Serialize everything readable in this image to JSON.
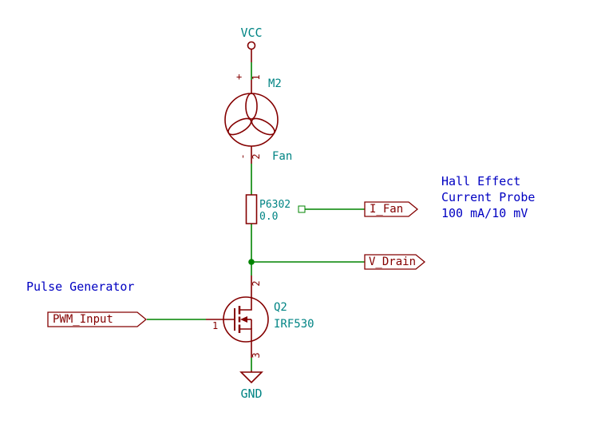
{
  "colors": {
    "wire": "#008400",
    "symbol_outline": "#840000",
    "reference_value_text": "#008484",
    "annotation_text": "#0000C2",
    "hierarchical_label": "#840000",
    "background": "#FFFFFF"
  },
  "power": {
    "vcc": "VCC",
    "gnd": "GND"
  },
  "fan": {
    "reference": "M2",
    "value": "Fan",
    "pin_top": "1",
    "pin_bottom": "2",
    "polarity_top": "+",
    "polarity_bottom": "-"
  },
  "resistor": {
    "reference": "P6302",
    "value": "0.0"
  },
  "mosfet": {
    "reference": "Q2",
    "value": "IRF530",
    "pin_gate": "1",
    "pin_drain": "2",
    "pin_source": "3"
  },
  "labels": {
    "i_fan": "I_Fan",
    "v_drain": "V_Drain",
    "pwm_input": "PWM_Input"
  },
  "notes": {
    "pulse_generator": "Pulse Generator",
    "hall_line1": "Hall Effect",
    "hall_line2": "Current Probe",
    "hall_line3": "100 mA/10 mV"
  }
}
